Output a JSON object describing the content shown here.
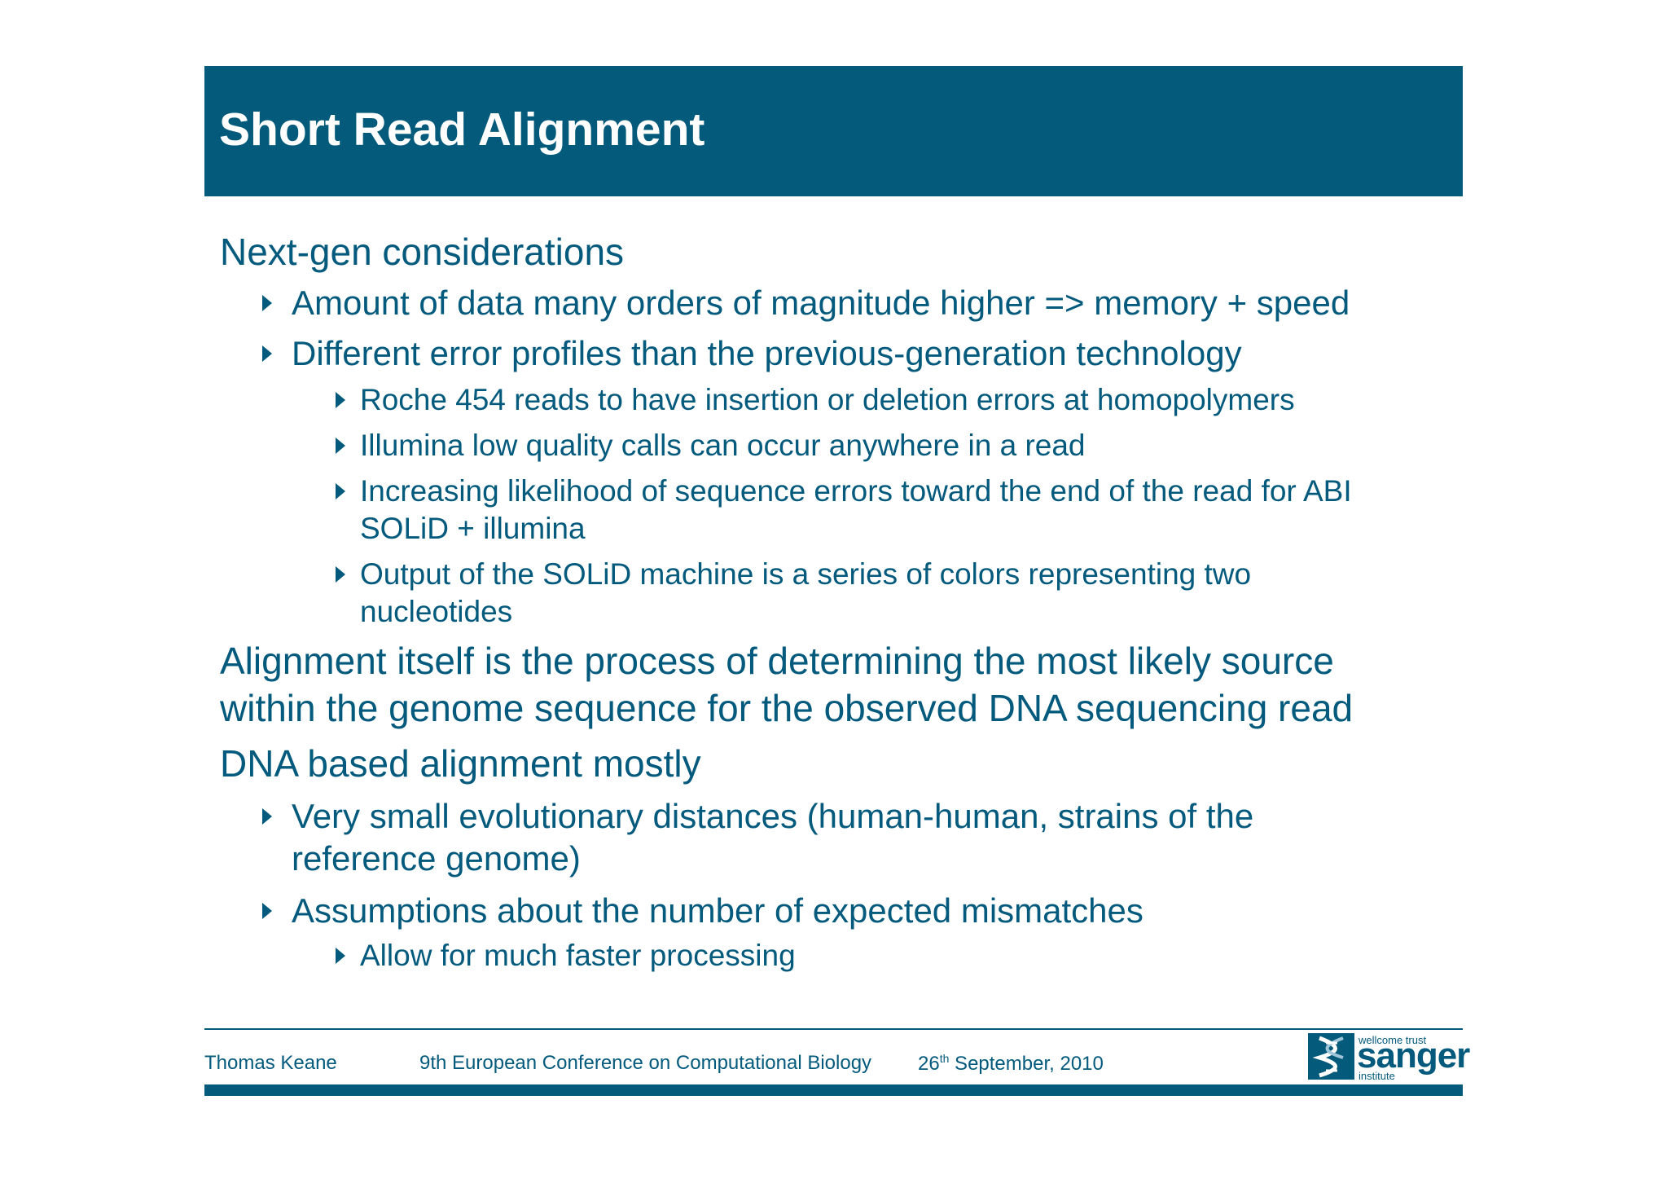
{
  "slide": {
    "title": "Short Read Alignment"
  },
  "content": {
    "section1": {
      "heading": "Next-gen considerations",
      "bullet1": "Amount of data many orders of magnitude higher => memory + speed",
      "bullet2": "Different error profiles than the previous-generation technology",
      "sub1": "Roche 454 reads to have insertion or deletion errors at homopolymers",
      "sub2": "Illumina low quality calls can occur anywhere in a read",
      "sub3_line1": "Increasing likelihood of sequence errors toward the end of the read for ABI",
      "sub3_line2": "SOLiD + illumina",
      "sub4_line1": "Output of the SOLiD machine is a series of colors representing two",
      "sub4_line2": "nucleotides"
    },
    "section2": {
      "line1": "Alignment itself is the process of determining the most likely source",
      "line2": "within the genome sequence for the observed DNA sequencing read"
    },
    "section3": {
      "heading": "DNA based alignment mostly",
      "bullet1_line1": "Very small evolutionary distances (human-human, strains of the",
      "bullet1_line2": "reference genome)",
      "bullet2": "Assumptions about the number of expected mismatches",
      "sub1": "Allow for much faster processing"
    }
  },
  "footer": {
    "author": "Thomas Keane",
    "conference": "9th European Conference on Computational Biology",
    "date_day": "26",
    "date_suffix": "th",
    "date_rest": " September, 2010",
    "logo_top": "wellcome trust",
    "logo_name": "sanger",
    "logo_bottom": "institute"
  },
  "colors": {
    "brand": "#035a7a",
    "text": "#035a7d",
    "background": "#ffffff"
  },
  "icons": {
    "bullet": "triangle-right-icon",
    "logo": "dna-helix-icon"
  }
}
